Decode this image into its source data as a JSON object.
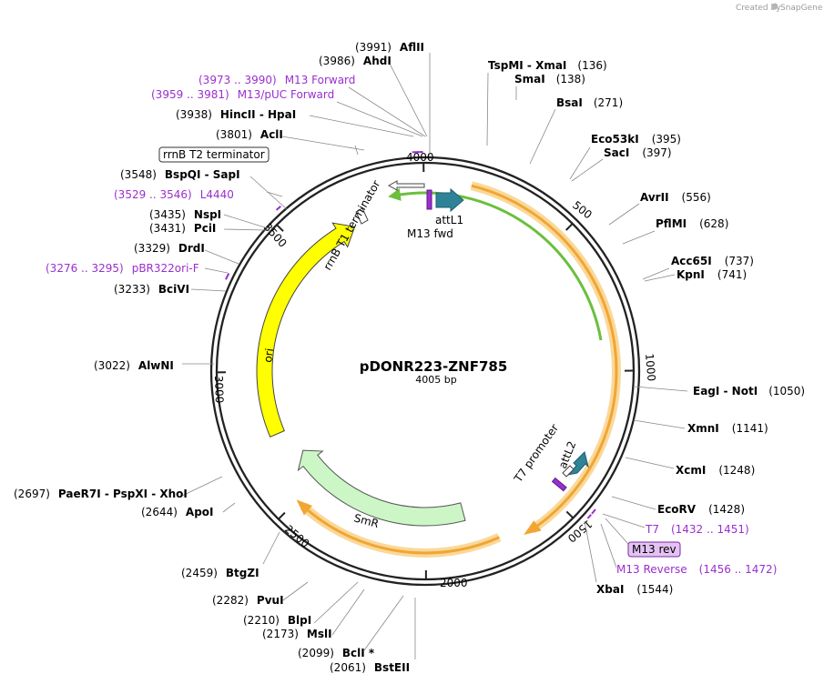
{
  "credit": "Created by",
  "credit_brand": "SnapGene",
  "plasmid": {
    "name": "pDONR223-ZNF785",
    "size_label": "4005 bp"
  },
  "ticks": [
    "500",
    "1000",
    "1500",
    "2000",
    "2500",
    "3000",
    "3500",
    "4000"
  ],
  "sites_right": [
    {
      "name": "TspMI  -  XmaI",
      "pos": "(136)"
    },
    {
      "name": "SmaI",
      "pos": "(138)"
    },
    {
      "name": "BsaI",
      "pos": "(271)"
    },
    {
      "name": "Eco53kI",
      "pos": "(395)"
    },
    {
      "name": "SacI",
      "pos": "(397)"
    },
    {
      "name": "AvrII",
      "pos": "(556)"
    },
    {
      "name": "PflMI",
      "pos": "(628)"
    },
    {
      "name": "Acc65I",
      "pos": "(737)"
    },
    {
      "name": "KpnI",
      "pos": "(741)"
    },
    {
      "name": "EagI  -  NotI",
      "pos": "(1050)"
    },
    {
      "name": "XmnI",
      "pos": "(1141)"
    },
    {
      "name": "XcmI",
      "pos": "(1248)"
    },
    {
      "name": "EcoRV",
      "pos": "(1428)"
    },
    {
      "name": "XbaI",
      "pos": "(1544)"
    }
  ],
  "sites_left": [
    {
      "name": "AflII",
      "pos": "(3991)"
    },
    {
      "name": "AhdI",
      "pos": "(3986)"
    },
    {
      "name": "HincII  -  HpaI",
      "pos": "(3938)"
    },
    {
      "name": "AclI",
      "pos": "(3801)"
    },
    {
      "name": "BspQI  -  SapI",
      "pos": "(3548)"
    },
    {
      "name": "NspI",
      "pos": "(3435)"
    },
    {
      "name": "PciI",
      "pos": "(3431)"
    },
    {
      "name": "DrdI",
      "pos": "(3329)"
    },
    {
      "name": "BciVI",
      "pos": "(3233)"
    },
    {
      "name": "AlwNI",
      "pos": "(3022)"
    },
    {
      "name": "PaeR7I  -  PspXI  -  XhoI",
      "pos": "(2697)"
    },
    {
      "name": "ApoI",
      "pos": "(2644)"
    },
    {
      "name": "BtgZI",
      "pos": "(2459)"
    },
    {
      "name": "PvuI",
      "pos": "(2282)"
    },
    {
      "name": "BlpI",
      "pos": "(2210)"
    },
    {
      "name": "MslI",
      "pos": "(2173)"
    },
    {
      "name": "BclI *",
      "pos": "(2099)"
    },
    {
      "name": "BstEII",
      "pos": "(2061)"
    }
  ],
  "primers": [
    {
      "name": "M13 Forward",
      "pos": "(3973 .. 3990)"
    },
    {
      "name": "M13/pUC Forward",
      "pos": "(3959 .. 3981)"
    },
    {
      "name": "L4440",
      "pos": "(3529 .. 3546)"
    },
    {
      "name": "pBR322ori-F",
      "pos": "(3276 .. 3295)"
    },
    {
      "name": "T7",
      "pos": "(1432 .. 1451)"
    },
    {
      "name": "M13 Reverse",
      "pos": "(1456 .. 1472)"
    }
  ],
  "boxed_labels": {
    "terminator": "rrnB T2 terminator",
    "m13rev": "M13 rev"
  },
  "features": {
    "attl1": "attL1",
    "m13fwd": "M13 fwd",
    "rrnb_t1": "rrnB T1 terminator",
    "t7_promoter": "T7 promoter",
    "attl2": "attL2",
    "ori": "ori",
    "smr": "SmR"
  },
  "colors": {
    "orange": "#f2a533",
    "orange_glow": "#f9d99a",
    "green": "#6bbf3c",
    "green_light": "#ccf6c6",
    "yellow": "#ffff00",
    "teal": "#2f8396",
    "purple": "#9a2fcf",
    "primer_fill": "#e4c2f3"
  }
}
